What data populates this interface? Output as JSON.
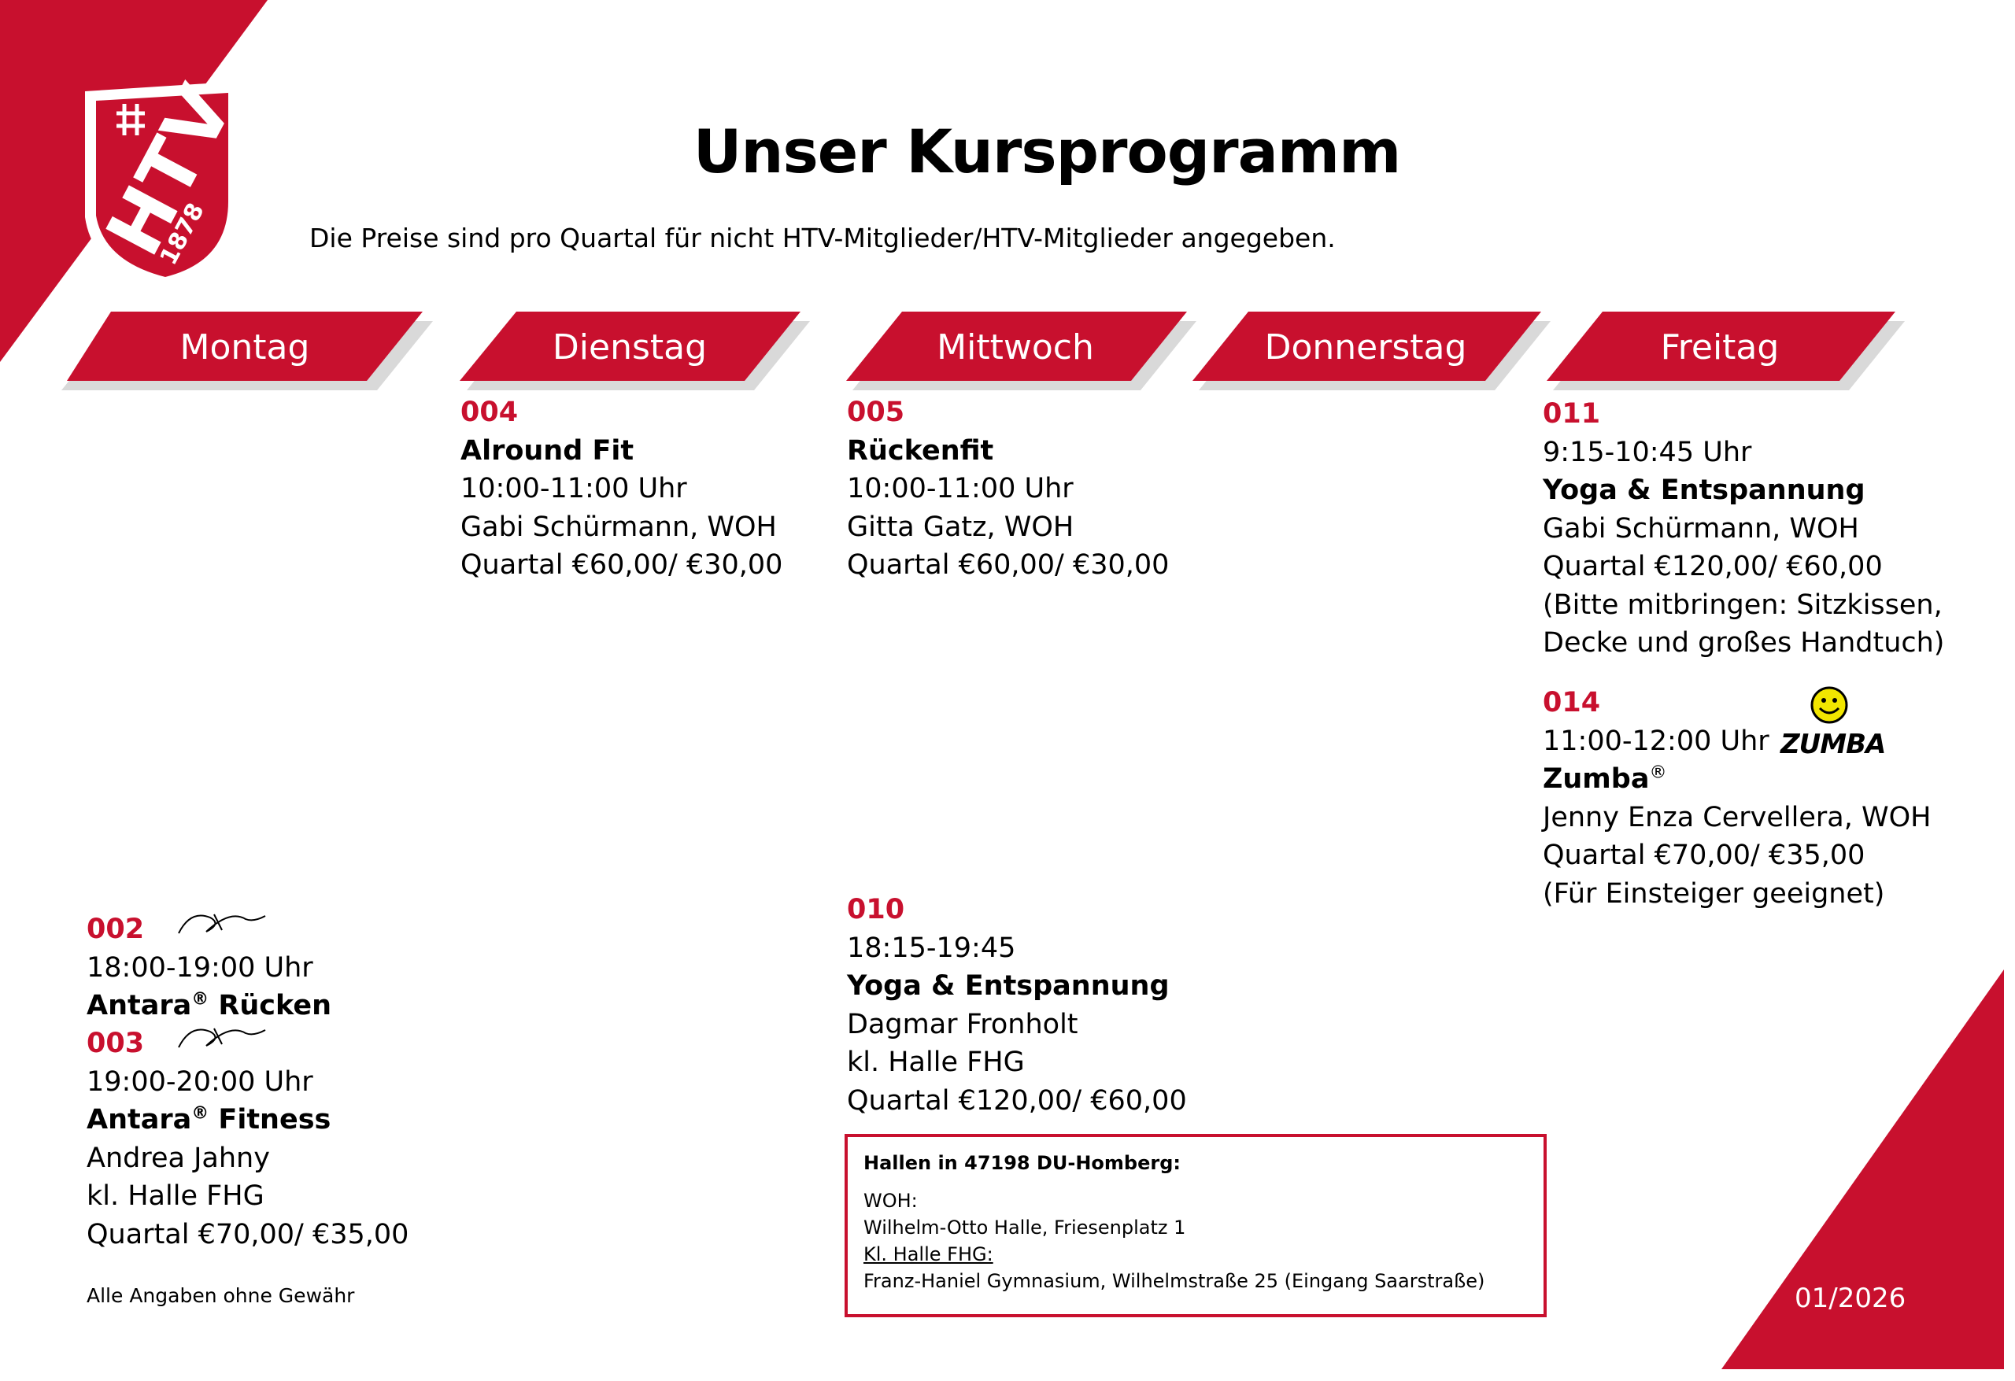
{
  "title": "Unser Kursprogramm",
  "subtitle": "Die Preise sind pro Quartal für nicht HTV-Mitglieder/HTV-Mitglieder angegeben.",
  "logo": {
    "text": "HTV",
    "year": "1878"
  },
  "colors": {
    "accent": "#c8102e",
    "text": "#000000",
    "background": "#ffffff"
  },
  "days": [
    "Montag",
    "Dienstag",
    "Mittwoch",
    "Donnerstag",
    "Freitag"
  ],
  "courses": {
    "c004": {
      "number": "004",
      "name": "Alround Fit",
      "time": "10:00-11:00 Uhr",
      "trainer": "Gabi Schürmann, WOH",
      "price": "Quartal €60,00/ €30,00"
    },
    "c005": {
      "number": "005",
      "name": "Rückenfit",
      "time": "10:00-11:00 Uhr",
      "trainer": "Gitta Gatz, WOH",
      "price": "Quartal €60,00/ €30,00"
    },
    "c011": {
      "number": "011",
      "time": "9:15-10:45 Uhr",
      "name": "Yoga & Entspannung",
      "trainer": "Gabi Schürmann, WOH",
      "price": "Quartal €120,00/ €60,00",
      "note1": "(Bitte mitbringen: Sitzkissen,",
      "note2": "Decke und großes Handtuch)"
    },
    "c014": {
      "number": "014",
      "time": "11:00-12:00 Uhr",
      "name": "Zumba",
      "trademark": "®",
      "trainer": "Jenny Enza Cervellera, WOH",
      "price": "Quartal €70,00/ €35,00",
      "note": "(Für Einsteiger geeignet)",
      "logo_text": "ZUMBA"
    },
    "c002": {
      "number": "002",
      "time": "18:00-19:00 Uhr",
      "name": "Antara",
      "trademark": "®",
      "name_suffix": " Rücken"
    },
    "c003": {
      "number": "003",
      "time": "19:00-20:00 Uhr",
      "name": "Antara",
      "trademark": "®",
      "name_suffix": " Fitness",
      "trainer": "Andrea Jahny",
      "location": "kl. Halle FHG",
      "price": "Quartal €70,00/ €35,00"
    },
    "c010": {
      "number": "010",
      "time": "18:15-19:45",
      "name": "Yoga & Entspannung",
      "trainer": "Dagmar Fronholt",
      "location": "kl. Halle FHG",
      "price": "Quartal €120,00/ €60,00"
    }
  },
  "halls": {
    "title": "Hallen in  47198 DU-Homberg:",
    "woh_label": "WOH:",
    "woh_address": "Wilhelm-Otto Halle, Friesenplatz 1",
    "fhg_label": "Kl. Halle FHG:",
    "fhg_address": "Franz-Haniel Gymnasium, Wilhelmstraße 25 (Eingang Saarstraße)"
  },
  "notice": "Alle Angaben ohne Gewähr",
  "date": "01/2026"
}
